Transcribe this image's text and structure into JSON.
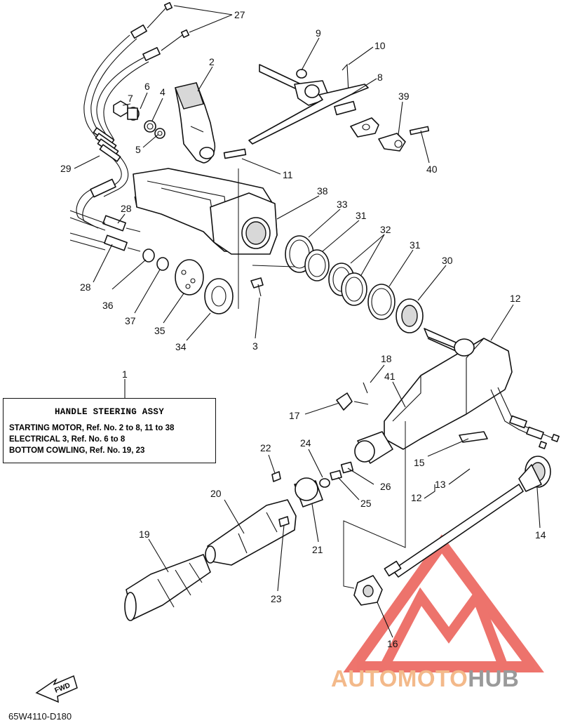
{
  "callouts": [
    {
      "id": "c27",
      "text": "27"
    },
    {
      "id": "c9",
      "text": "9"
    },
    {
      "id": "c10",
      "text": "10"
    },
    {
      "id": "c2",
      "text": "2"
    },
    {
      "id": "c8",
      "text": "8"
    },
    {
      "id": "c7",
      "text": "7"
    },
    {
      "id": "c6",
      "text": "6"
    },
    {
      "id": "c4",
      "text": "4"
    },
    {
      "id": "c39",
      "text": "39"
    },
    {
      "id": "c5",
      "text": "5"
    },
    {
      "id": "c29",
      "text": "29"
    },
    {
      "id": "c11",
      "text": "11"
    },
    {
      "id": "c40",
      "text": "40"
    },
    {
      "id": "c38",
      "text": "38"
    },
    {
      "id": "c33",
      "text": "33"
    },
    {
      "id": "c28a",
      "text": "28"
    },
    {
      "id": "c31a",
      "text": "31"
    },
    {
      "id": "c32",
      "text": "32"
    },
    {
      "id": "c31b",
      "text": "31"
    },
    {
      "id": "c30",
      "text": "30"
    },
    {
      "id": "c28b",
      "text": "28"
    },
    {
      "id": "c36",
      "text": "36"
    },
    {
      "id": "c37",
      "text": "37"
    },
    {
      "id": "c35",
      "text": "35"
    },
    {
      "id": "c34",
      "text": "34"
    },
    {
      "id": "c3",
      "text": "3"
    },
    {
      "id": "c12a",
      "text": "12"
    },
    {
      "id": "c1",
      "text": "1"
    },
    {
      "id": "c18",
      "text": "18"
    },
    {
      "id": "c41",
      "text": "41"
    },
    {
      "id": "c17",
      "text": "17"
    },
    {
      "id": "c15",
      "text": "15"
    },
    {
      "id": "c22",
      "text": "22"
    },
    {
      "id": "c24",
      "text": "24"
    },
    {
      "id": "c13",
      "text": "13"
    },
    {
      "id": "c12b",
      "text": "12"
    },
    {
      "id": "c26",
      "text": "26"
    },
    {
      "id": "c20",
      "text": "20"
    },
    {
      "id": "c25",
      "text": "25"
    },
    {
      "id": "c14",
      "text": "14"
    },
    {
      "id": "c19",
      "text": "19"
    },
    {
      "id": "c21",
      "text": "21"
    },
    {
      "id": "c23",
      "text": "23"
    },
    {
      "id": "c16",
      "text": "16"
    }
  ],
  "assembly_box": {
    "title": "HANDLE STEERING ASSY",
    "lines": [
      "STARTING MOTOR,  Ref. No. 2 to 8, 11 to 38",
      "ELECTRICAL 3,  Ref. No. 6 to 8",
      "BOTTOM COWLING,  Ref. No. 19, 23"
    ]
  },
  "fwd_label": "FWD",
  "diagram_code": "65W4110-D180",
  "watermark": {
    "part1": "AUTOMOTO",
    "part2": "HUB"
  },
  "colors": {
    "ink": "#111111",
    "watermark_red": "#e8453c",
    "watermark_orange": "#f3b98a",
    "watermark_gray": "#9a9a9a"
  }
}
